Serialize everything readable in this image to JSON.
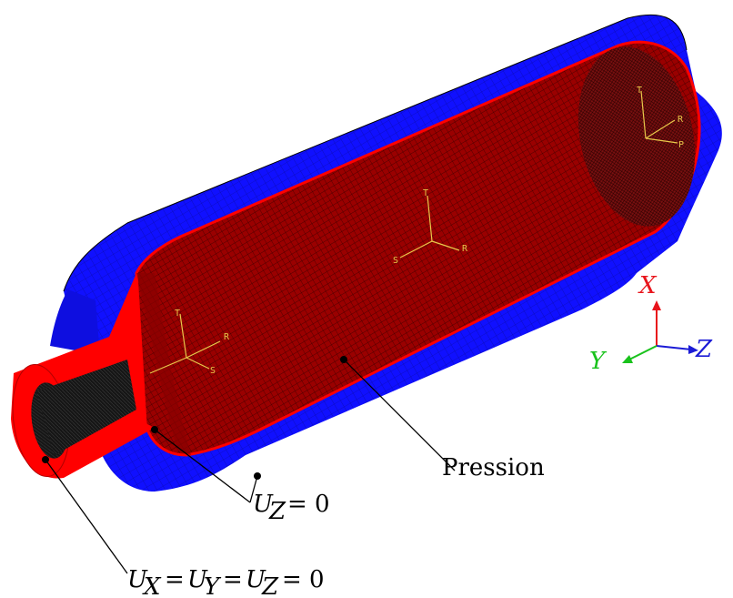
{
  "labels": {
    "pression": "Pression",
    "uz_label": "U",
    "uz_sub": "Z",
    "uz_rest": "= 0",
    "uxyz_u1": "U",
    "uxyz_s1": "X",
    "uxyz_eq1": "=",
    "uxyz_u2": "U",
    "uxyz_s2": "Y",
    "uxyz_eq2": "=",
    "uxyz_u3": "U",
    "uxyz_s3": "Z",
    "uxyz_rest": "= 0"
  },
  "triad": {
    "x": "X",
    "y": "Y",
    "z": "Z",
    "x_color": "#e8141b",
    "y_color": "#19c21c",
    "z_color": "#1b1bd6"
  },
  "local_csys": {
    "t": "T",
    "r": "R",
    "s": "S",
    "p": "P",
    "color": "#e8c84a"
  },
  "colors": {
    "shell": "#1010ff",
    "inner_wall": "#ff0000",
    "mesh_dark": "#5a0000",
    "hole": "#111111"
  }
}
